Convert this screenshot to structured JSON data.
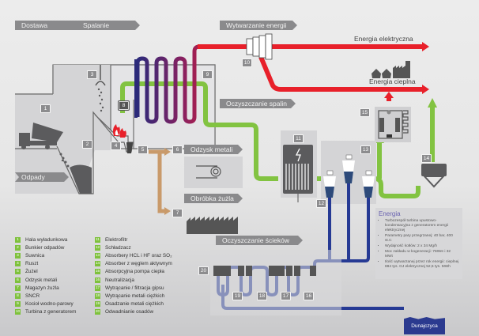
{
  "title": "Schemat instalacji termicznego przekształcania odpadów",
  "stages": {
    "delivery": "Dostawa",
    "combustion": "Spalanie",
    "energy_generation": "Wytwarzanie energii",
    "flue_gas_cleaning": "Oczyszczanie spalin",
    "metal_recovery": "Odzysk metali",
    "slag_processing": "Obróbka żużla",
    "wastewater_treatment": "Oczyszczanie ścieków",
    "waste": "Odpady"
  },
  "outputs": {
    "electric": "Energia elektryczna",
    "heat": "Energia cieplna"
  },
  "receiver": "Dunajczyca",
  "colors": {
    "electric_red": "#e8202a",
    "flue_green": "#82c341",
    "water_blue": "#263a94",
    "slag_tan": "#c99a6a",
    "legend_green": "#7ec13c",
    "tag_gray": "#8a8a8c",
    "info_title": "#6a63b0"
  },
  "markers": [
    "1",
    "2",
    "3",
    "4",
    "5",
    "6",
    "7",
    "8",
    "9",
    "10",
    "11",
    "12",
    "13",
    "14",
    "15",
    "16",
    "17",
    "18",
    "19",
    "20"
  ],
  "legend": [
    {
      "num": "1",
      "label": "Hala wyładunkowa"
    },
    {
      "num": "2",
      "label": "Bunkier odpadów"
    },
    {
      "num": "3",
      "label": "Suwnica"
    },
    {
      "num": "4",
      "label": "Ruszt"
    },
    {
      "num": "5",
      "label": "Żużel"
    },
    {
      "num": "6",
      "label": "Odzysk metali"
    },
    {
      "num": "7",
      "label": "Magazyn żużla"
    },
    {
      "num": "8",
      "label": "SNCR"
    },
    {
      "num": "9",
      "label": "Kocioł wodno-parowy"
    },
    {
      "num": "10",
      "label": "Turbina z generatorem"
    },
    {
      "num": "11",
      "label": "Elektrofiltr"
    },
    {
      "num": "12",
      "label": "Schładzacz"
    },
    {
      "num": "13",
      "label": "Absorbery HCL i HF oraz SO₂"
    },
    {
      "num": "14",
      "label": "Absorber z węglem aktywnym"
    },
    {
      "num": "15",
      "label": "Absorpcyjna pompa ciepła"
    },
    {
      "num": "16",
      "label": "Neutralizacja"
    },
    {
      "num": "17",
      "label": "Wytrącanie / filtracja gipsu"
    },
    {
      "num": "18",
      "label": "Wytrącanie metali ciężkich"
    },
    {
      "num": "19",
      "label": "Osadzanie metali ciężkich"
    },
    {
      "num": "20",
      "label": "Odwadnianie osadów"
    }
  ],
  "info": {
    "title": "Energia",
    "items": [
      "Turbozespół turbina upustowo-kondensacyjna z generatorem energii elektrycznej",
      "Parametry pary przegrzanej: 40 bar, 400 st.C",
      "Wydajność kotłów: 2 x 34 Mg/h",
      "Moc zakładu w kogeneracji: 7MWe i 32 MWt",
      "Ilość wytwarzanej przez rok energii: cieplnej 884 tys. GJ elektrycznej 52,5 tys. MWh"
    ]
  }
}
